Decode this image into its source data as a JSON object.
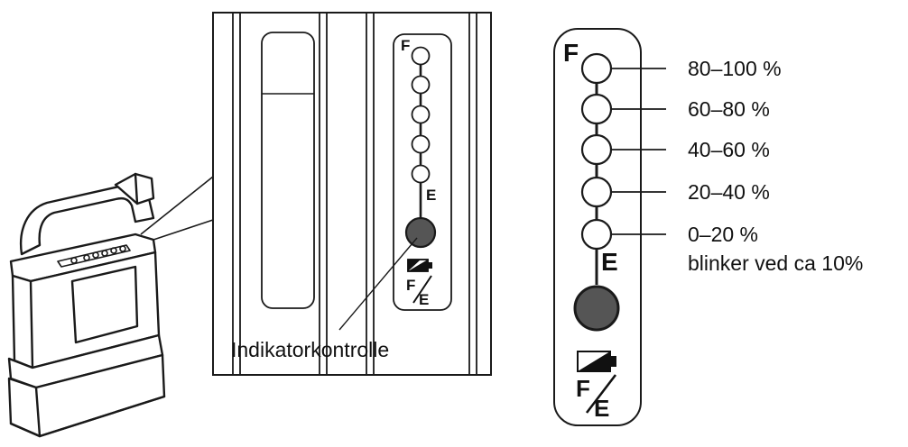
{
  "callout": {
    "label": "Indikatorkontrolle"
  },
  "indicator_panel": {
    "top_letter": "F",
    "bottom_letter": "E",
    "levels": [
      {
        "range": "80–100 %"
      },
      {
        "range": "60–80 %"
      },
      {
        "range": "40–60 %"
      },
      {
        "range": "20–40 %"
      },
      {
        "range": "0–20 %"
      }
    ],
    "note": "blinker ved ca 10%",
    "button_symbol_letters": "F/E"
  },
  "zoom_panel": {
    "top_letter": "F",
    "bottom_letter": "E",
    "button_symbol_letters": "F/E"
  },
  "colors": {
    "line": "#1a1a1a",
    "button_fill": "#555555",
    "battery_fill": "#111111"
  }
}
